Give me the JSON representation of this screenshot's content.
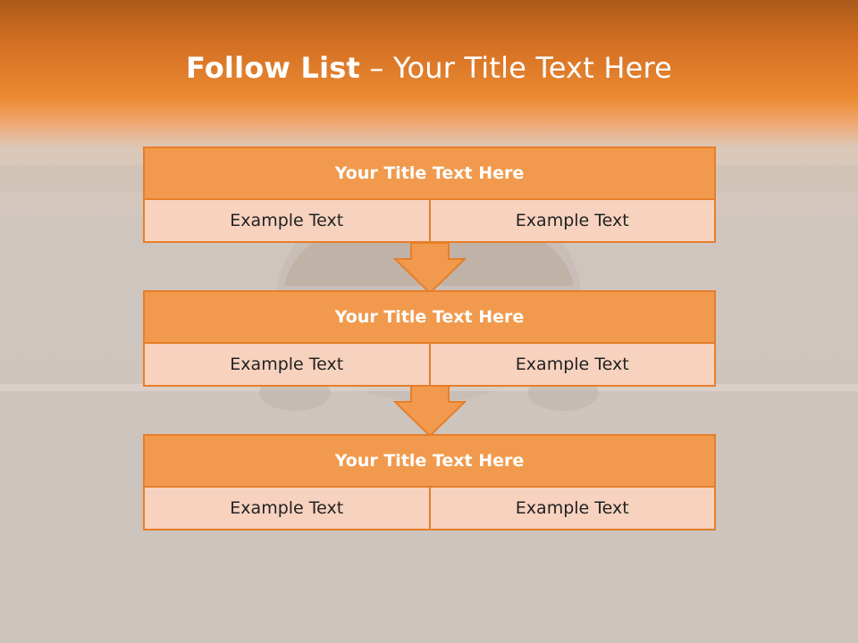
{
  "slide": {
    "title_bold": "Follow List",
    "title_rest": " – Your Title Text Here",
    "colors": {
      "accent": "#f19a4d",
      "border": "#e67e2a",
      "cell_fill": "#f7d2bf"
    }
  },
  "steps": [
    {
      "title": "Your Title Text Here",
      "left": "Example Text",
      "right": "Example Text"
    },
    {
      "title": "Your Title Text Here",
      "left": "Example Text",
      "right": "Example Text"
    },
    {
      "title": "Your Title Text Here",
      "left": "Example Text",
      "right": "Example Text"
    }
  ],
  "connectors": [
    "down-arrow-icon",
    "down-arrow-icon"
  ]
}
